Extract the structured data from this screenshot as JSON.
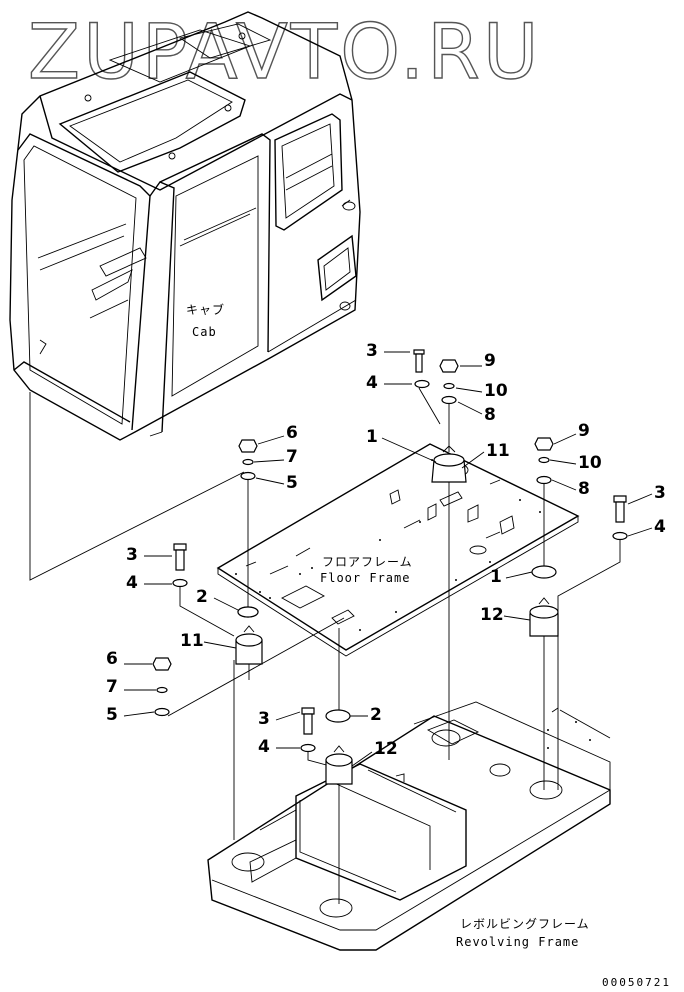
{
  "watermark": "ZUPAVTO.RU",
  "doc_number": "00050721",
  "labels": {
    "cab_jp": "キャブ",
    "cab_en": "Cab",
    "floor_jp": "フロアフレーム",
    "floor_en": "Floor Frame",
    "revolving_jp": "レボルビングフレーム",
    "revolving_en": "Revolving Frame"
  },
  "callouts": [
    "1",
    "2",
    "3",
    "4",
    "5",
    "6",
    "7",
    "8",
    "9",
    "10",
    "11",
    "12"
  ]
}
